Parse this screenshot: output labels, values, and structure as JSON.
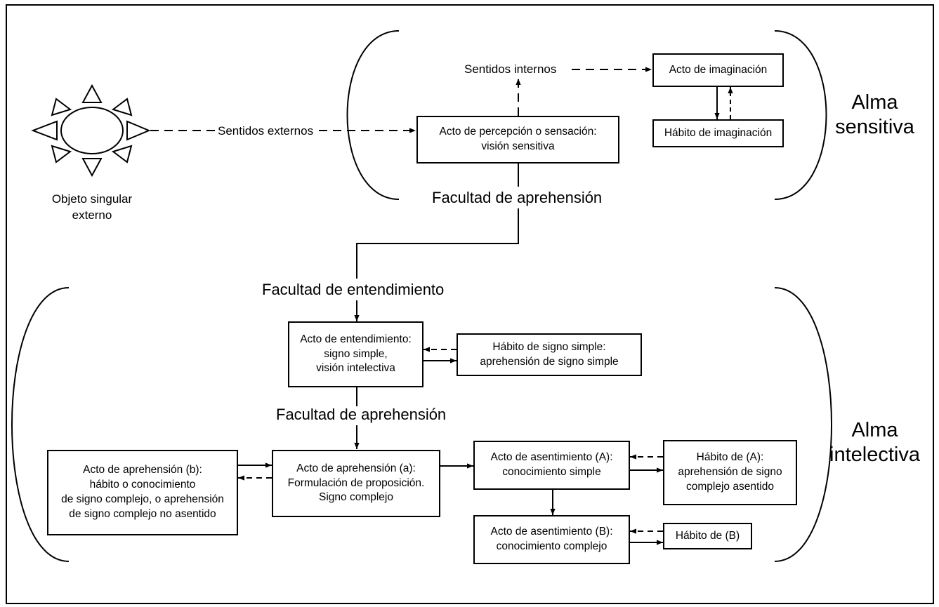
{
  "object": {
    "label": "Objeto singular\nexterno"
  },
  "sensitive": {
    "title": "Alma\nsensitiva",
    "external_senses": "Sentidos externos",
    "internal_senses": "Sentidos internos",
    "perception_act": "Acto de percepción o sensación:\nvisión sensitiva",
    "imagination_act": "Acto de imaginación",
    "imagination_habit": "Hábito de imaginación",
    "apprehension_faculty": "Facultad de aprehensión"
  },
  "intellective": {
    "title": "Alma\nintelectiva",
    "understanding_faculty": "Facultad de entendimiento",
    "understanding_act": "Acto de entendimiento:\nsigno simple,\nvisión intelectiva",
    "simple_sign_habit": "Hábito de signo simple:\naprehensión de signo simple",
    "apprehension_faculty": "Facultad de aprehensión",
    "apprehension_act_a": "Acto de aprehensión (a):\nFormulación de proposición.\nSigno complejo",
    "apprehension_act_b": "Acto de aprehensión (b):\nhábito o conocimiento\nde signo complejo, o aprehensión\nde signo complejo no asentido",
    "assent_act_A": "Acto de asentimiento (A):\nconocimiento simple",
    "habit_A": "Hábito de (A):\naprehensión de signo\ncomplejo asentido",
    "assent_act_B": "Acto de asentimiento (B):\nconocimiento complejo",
    "habit_B": "Hábito de (B)"
  }
}
